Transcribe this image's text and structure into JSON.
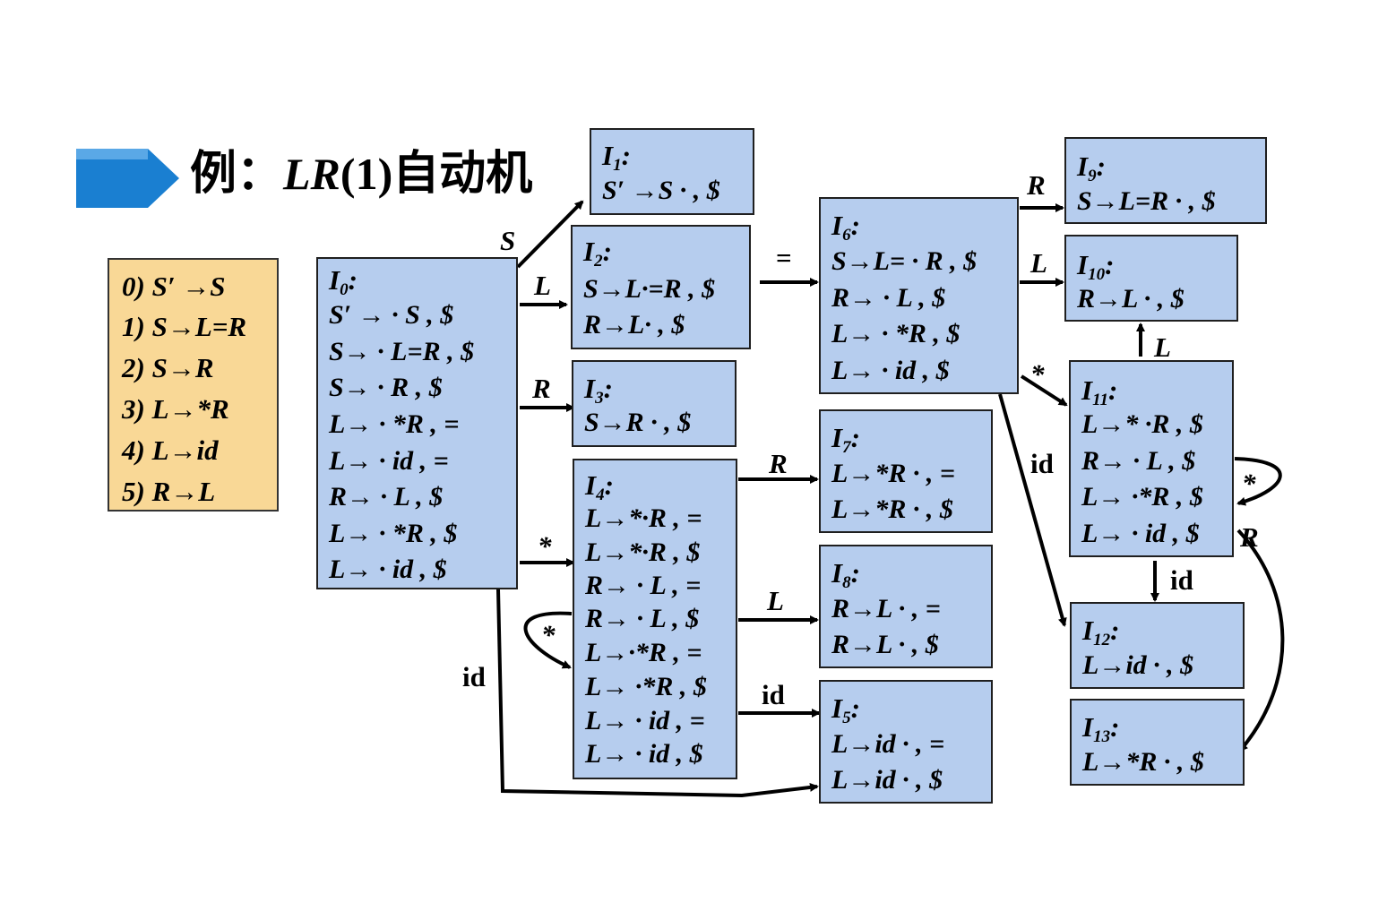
{
  "title": {
    "prefix": "例：",
    "lr": "LR",
    "paren": "(1)",
    "suffix": "自动机"
  },
  "grammar": [
    "0) S′ →S",
    "1) S→L=R",
    "2) S→R",
    "3) L→*R",
    "4) L→id",
    "5) R→L"
  ],
  "states": [
    {
      "id": "I0",
      "name": "I",
      "sub": "0",
      "items": [
        "S′ → · S , $",
        "S→ · L=R , $",
        "S→ · R , $",
        "L→ · *R , =",
        "L→ · id , =",
        "R→ · L , $",
        "L→ · *R , $",
        "L→ · id , $"
      ]
    },
    {
      "id": "I1",
      "name": "I",
      "sub": "1",
      "items": [
        "S′ →S · , $"
      ]
    },
    {
      "id": "I2",
      "name": "I",
      "sub": "2",
      "items": [
        "S→L·=R , $",
        "R→L· , $"
      ]
    },
    {
      "id": "I3",
      "name": "I",
      "sub": "3",
      "items": [
        "S→R · , $"
      ]
    },
    {
      "id": "I4",
      "name": "I",
      "sub": "4",
      "items": [
        "L→*·R , =",
        "L→*·R , $",
        "R→ · L , =",
        "R→ · L , $",
        "L→·*R , =",
        "L→ ·*R , $",
        "L→ · id , =",
        "L→ · id , $"
      ]
    },
    {
      "id": "I5",
      "name": "I",
      "sub": "5",
      "items": [
        "L→id · , =",
        "L→id · , $"
      ]
    },
    {
      "id": "I6",
      "name": "I",
      "sub": "6",
      "items": [
        "S→L= · R , $",
        "R→ · L , $",
        "L→ · *R , $",
        "L→ · id , $"
      ]
    },
    {
      "id": "I7",
      "name": "I",
      "sub": "7",
      "items": [
        "L→*R · , =",
        "L→*R · , $"
      ]
    },
    {
      "id": "I8",
      "name": "I",
      "sub": "8",
      "items": [
        "R→L · , =",
        "R→L · , $"
      ]
    },
    {
      "id": "I9",
      "name": "I",
      "sub": "9",
      "items": [
        "S→L=R · , $"
      ]
    },
    {
      "id": "I10",
      "name": "I",
      "sub": "10",
      "items": [
        "R→L · , $"
      ]
    },
    {
      "id": "I11",
      "name": "I",
      "sub": "11",
      "items": [
        "L→* ·R , $",
        "R→ · L , $",
        "L→ ·*R , $",
        "L→ · id , $"
      ]
    },
    {
      "id": "I12",
      "name": "I",
      "sub": "12",
      "items": [
        "L→id · , $"
      ]
    },
    {
      "id": "I13",
      "name": "I",
      "sub": "13",
      "items": [
        "L→*R · , $"
      ]
    }
  ],
  "edge_labels": {
    "i0_i1": "S",
    "i0_i2": "L",
    "i0_i3": "R",
    "i0_i4": "*",
    "i0_i5": "id",
    "i4_i4": "*",
    "i4_i7": "R",
    "i4_i8": "L",
    "i4_i5": "id",
    "i2_i6": "=",
    "i6_i9": "R",
    "i6_i10": "L",
    "i6_i11": "*",
    "i6_i12": "id",
    "i11_i10": "L",
    "i11_i11": "*",
    "i11_i12": "id",
    "i11_i13": "R"
  },
  "colors": {
    "state_fill": "#b6cdee",
    "grammar_fill": "#f9d896",
    "title_arrow": "#1a7fd1"
  }
}
